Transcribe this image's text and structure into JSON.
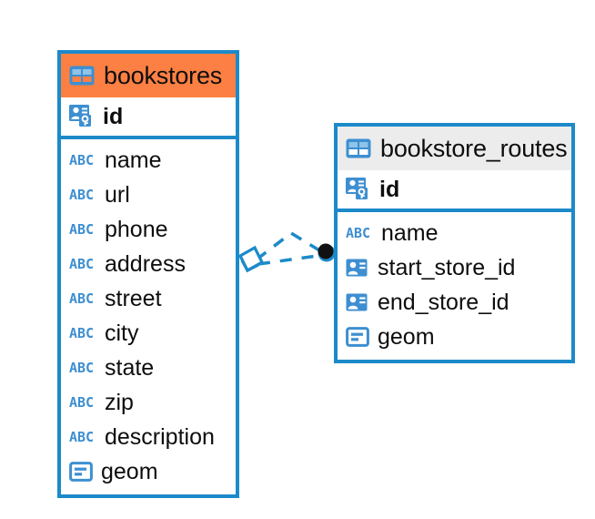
{
  "diagram": {
    "type": "entity-relationship-diagram",
    "background": "#ffffff",
    "accent_blue": "#1c8ac9",
    "header_orange": "#fc8043",
    "header_grey": "#ececec",
    "icon_blue": "#3d8fd1",
    "text_color": "#0d0d0d"
  },
  "entities": [
    {
      "name": "bookstores",
      "header_color": "#fc8043",
      "header_icon": "table-icon",
      "primary_key": {
        "label": "id",
        "icon": "primary-key-icon"
      },
      "fields": [
        {
          "label": "name",
          "icon": "abc-icon",
          "icon_text": "ABC"
        },
        {
          "label": "url",
          "icon": "abc-icon",
          "icon_text": "ABC"
        },
        {
          "label": "phone",
          "icon": "abc-icon",
          "icon_text": "ABC"
        },
        {
          "label": "address",
          "icon": "abc-icon",
          "icon_text": "ABC"
        },
        {
          "label": "street",
          "icon": "abc-icon",
          "icon_text": "ABC"
        },
        {
          "label": "city",
          "icon": "abc-icon",
          "icon_text": "ABC"
        },
        {
          "label": "state",
          "icon": "abc-icon",
          "icon_text": "ABC"
        },
        {
          "label": "zip",
          "icon": "abc-icon",
          "icon_text": "ABC"
        },
        {
          "label": "description",
          "icon": "abc-icon",
          "icon_text": "ABC"
        },
        {
          "label": "geom",
          "icon": "geometry-icon"
        }
      ]
    },
    {
      "name": "bookstore_routes",
      "header_color": "#ececec",
      "header_icon": "table-icon",
      "primary_key": {
        "label": "id",
        "icon": "primary-key-icon"
      },
      "fields": [
        {
          "label": "name",
          "icon": "abc-icon",
          "icon_text": "ABC"
        },
        {
          "label": "start_store_id",
          "icon": "foreign-key-icon"
        },
        {
          "label": "end_store_id",
          "icon": "foreign-key-icon"
        },
        {
          "label": "geom",
          "icon": "geometry-icon"
        }
      ]
    }
  ],
  "relationship": {
    "from": "bookstores",
    "to": "bookstore_routes",
    "line_style": "dashed",
    "line_color": "#1c8ac9",
    "source_marker": "diamond-marker",
    "target_marker": "filled-circle-marker",
    "target_marker_color": "#111111"
  }
}
